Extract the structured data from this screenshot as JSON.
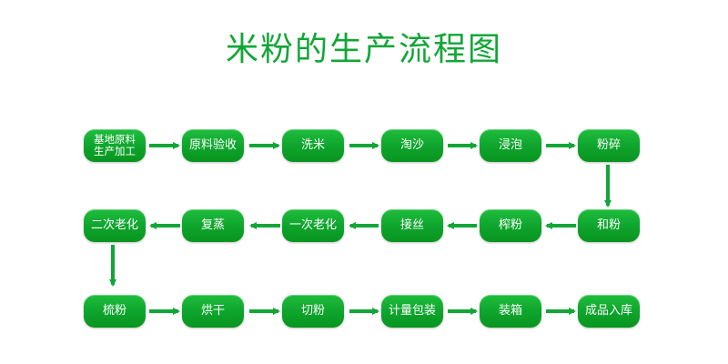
{
  "title": "米粉的生产流程图",
  "colors": {
    "node": "#12a637",
    "arrow": "#12a637",
    "title": "#12a637"
  },
  "steps": [
    {
      "label": "基地原料\n生产加工"
    },
    {
      "label": "原料验收"
    },
    {
      "label": "洗米"
    },
    {
      "label": "淘沙"
    },
    {
      "label": "浸泡"
    },
    {
      "label": "粉碎"
    },
    {
      "label": "和粉"
    },
    {
      "label": "榨粉"
    },
    {
      "label": "接丝"
    },
    {
      "label": "一次老化"
    },
    {
      "label": "复蒸"
    },
    {
      "label": "二次老化"
    },
    {
      "label": "梳粉"
    },
    {
      "label": "烘干"
    },
    {
      "label": "切粉"
    },
    {
      "label": "计量包装"
    },
    {
      "label": "装箱"
    },
    {
      "label": "成品入库"
    }
  ]
}
